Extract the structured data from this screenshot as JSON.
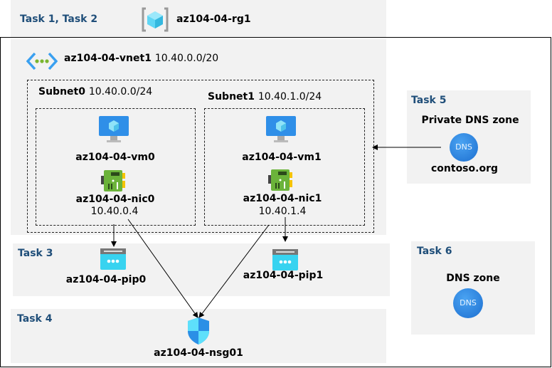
{
  "resource_group": {
    "task": "Task 1, Task 2",
    "name": "az104-04-rg1",
    "icon": "resource-group-icon"
  },
  "vnet": {
    "name": "az104-04-vnet1",
    "cidr": "10.40.0.0/20",
    "icon": "virtual-network-icon"
  },
  "subnets": [
    {
      "name": "Subnet0",
      "cidr": "10.40.0.0/24",
      "vm": "az104-04-vm0",
      "nic": "az104-04-nic0",
      "ip": "10.40.0.4"
    },
    {
      "name": "Subnet1",
      "cidr": "10.40.1.0/24",
      "vm": "az104-04-vm1",
      "nic": "az104-04-nic1",
      "ip": "10.40.1.4"
    }
  ],
  "task3": {
    "label": "Task 3",
    "pips": [
      "az104-04-pip0",
      "az104-04-pip1"
    ]
  },
  "task4": {
    "label": "Task 4",
    "nsg": "az104-04-nsg01"
  },
  "task5": {
    "label": "Task 5",
    "title": "Private DNS zone",
    "zone": "contoso.org",
    "icon_text": "DNS"
  },
  "task6": {
    "label": "Task 6",
    "title": "DNS zone",
    "icon_text": "DNS"
  },
  "colors": {
    "task_label": "#1f4e79",
    "panel": "#f2f2f2",
    "vm_blue": "#2f8fe8",
    "nic_green": "#6bb33a",
    "pip_cyan": "#38d3f0",
    "dns_blue": "#2378d8"
  }
}
